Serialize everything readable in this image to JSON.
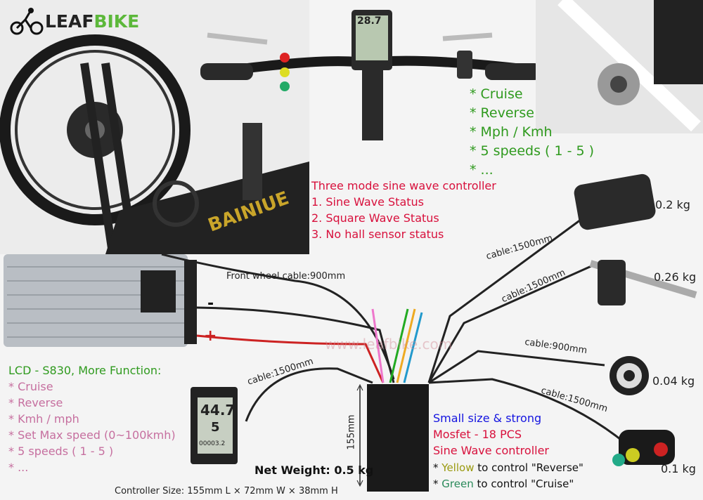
{
  "logo": {
    "brand_left": "LEAF",
    "brand_right": "BIKE"
  },
  "features_top": [
    "* Cruise",
    "* Reverse",
    "* Mph / Kmh",
    "* 5 speeds ( 1 - 5 )",
    "* ..."
  ],
  "controller_modes": {
    "title": "Three mode sine wave controller",
    "items": [
      "1. Sine Wave Status",
      "2. Square Wave Status",
      "3. No hall sensor status"
    ]
  },
  "weights": {
    "throttle": "0.2 kg",
    "brake": "0.26 kg",
    "pas": "0.04 kg",
    "switch": "0.1 kg"
  },
  "cables": {
    "front_wheel": "Front wheel cable:900mm",
    "throttle": "cable:1500mm",
    "brake": "cable:1500mm",
    "pas": "cable:900mm",
    "switch": "cable:1500mm",
    "lcd": "cable:1500mm"
  },
  "battery": {
    "minus": "-",
    "plus": "+"
  },
  "watermark": "www.leafbike.com",
  "lcd": {
    "title": "LCD - S830, More Function:",
    "items": [
      "* Cruise",
      "* Reverse",
      "* Kmh / mph",
      "* Set Max speed (0~100kmh)",
      "* 5 speeds ( 1 - 5 )",
      "* ..."
    ],
    "screen_speed": "44.7",
    "screen_level": "5",
    "screen_odo": "00003.2",
    "top_screen_speed": "28.7"
  },
  "controller": {
    "height_label": "155mm",
    "net_weight": "Net Weight: 0.5 kg",
    "size": "Controller Size: 155mm L × 72mm W × 38mm H"
  },
  "specs": {
    "line1": "Small size & strong",
    "line2": "Mosfet - 18 PCS",
    "line3": "Sine Wave controller",
    "yellow_prefix": "* ",
    "yellow_word": "Yellow",
    "yellow_rest": " to control \"Reverse\"",
    "green_prefix": "* ",
    "green_word": "Green",
    "green_rest": " to control \"Cruise\""
  }
}
